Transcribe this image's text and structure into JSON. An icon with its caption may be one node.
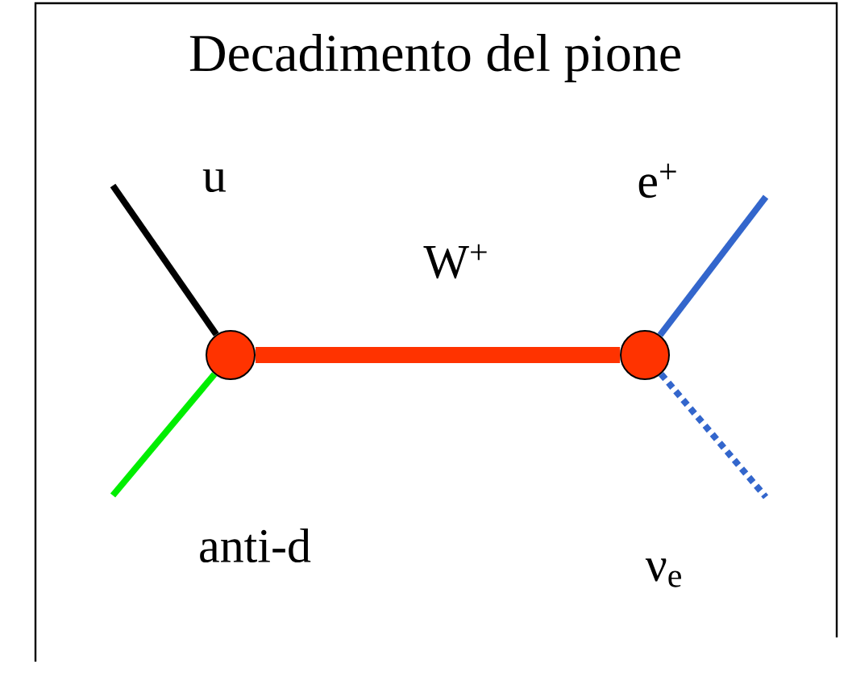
{
  "diagram": {
    "title": "Decadimento del pione",
    "nodes": [
      {
        "text": [],
        "shape": "circle"
      },
      {
        "text": [],
        "shape": "circle"
      }
    ],
    "edges": [
      {
        "from": null,
        "to": 0,
        "arrow": "none",
        "label": "u",
        "color": "#000000"
      },
      {
        "from": null,
        "to": 0,
        "arrow": "none",
        "label": "anti-d",
        "color": "#00ee00"
      },
      {
        "from": 0,
        "to": 1,
        "arrow": "none",
        "label": "W$^{+}$",
        "style": "thick",
        "color": "#ff3300"
      },
      {
        "from": 1,
        "to": null,
        "arrow": "none",
        "label": "e$^{+}$",
        "color": "#3366cc"
      },
      {
        "from": 1,
        "to": null,
        "arrow": "none",
        "label": "ν$_{e}$",
        "style": "dashed",
        "color": "#3366cc"
      }
    ]
  }
}
